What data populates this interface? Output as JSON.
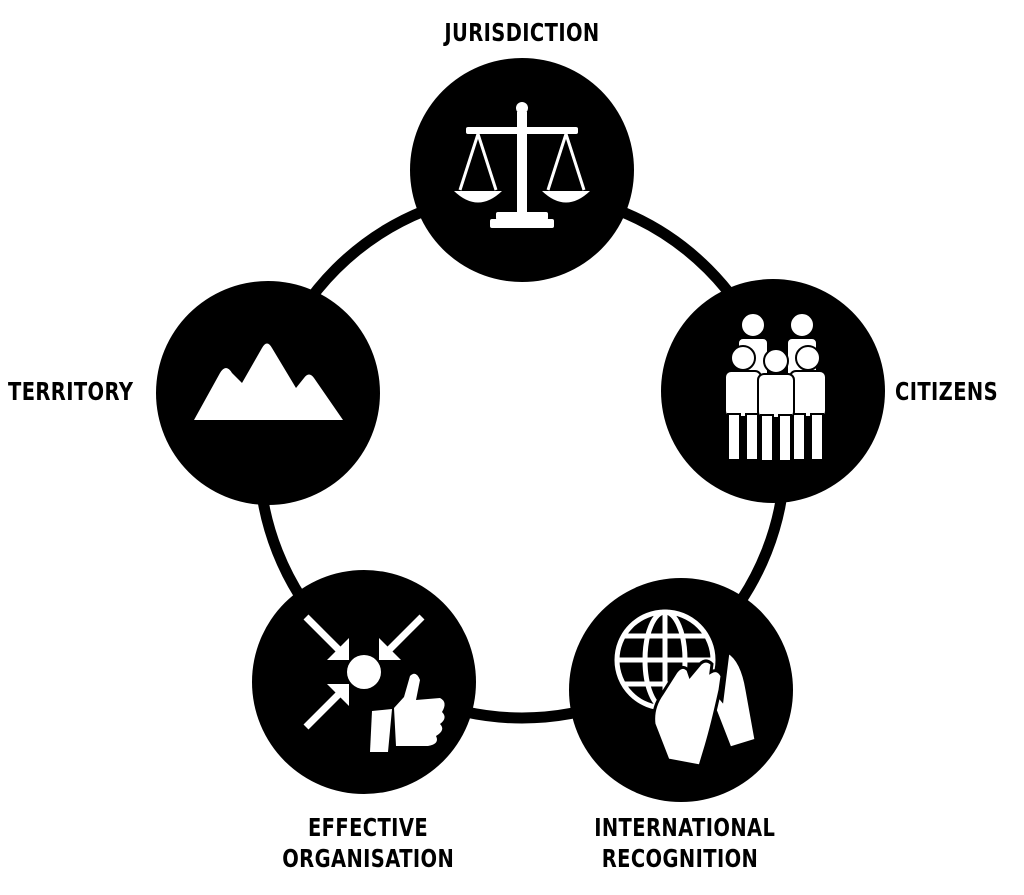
{
  "colors": {
    "node_fill": "#000000",
    "icon": "#ffffff",
    "ring": "#000000",
    "background": "#ffffff"
  },
  "nodes": [
    {
      "id": "jurisdiction",
      "label": "JURISDICTION",
      "icon": "scales-icon"
    },
    {
      "id": "citizens",
      "label": "CITIZENS",
      "icon": "people-group-icon"
    },
    {
      "id": "international-recognition",
      "label_lines": [
        "INTERNATIONAL",
        "RECOGNITION"
      ],
      "icon": "globe-handshake-icon"
    },
    {
      "id": "effective-organisation",
      "label_lines": [
        "EFFECTIVE",
        "ORGANISATION"
      ],
      "icon": "converge-thumbs-up-icon"
    },
    {
      "id": "territory",
      "label": "TERRITORY",
      "icon": "mountain-icon"
    }
  ]
}
